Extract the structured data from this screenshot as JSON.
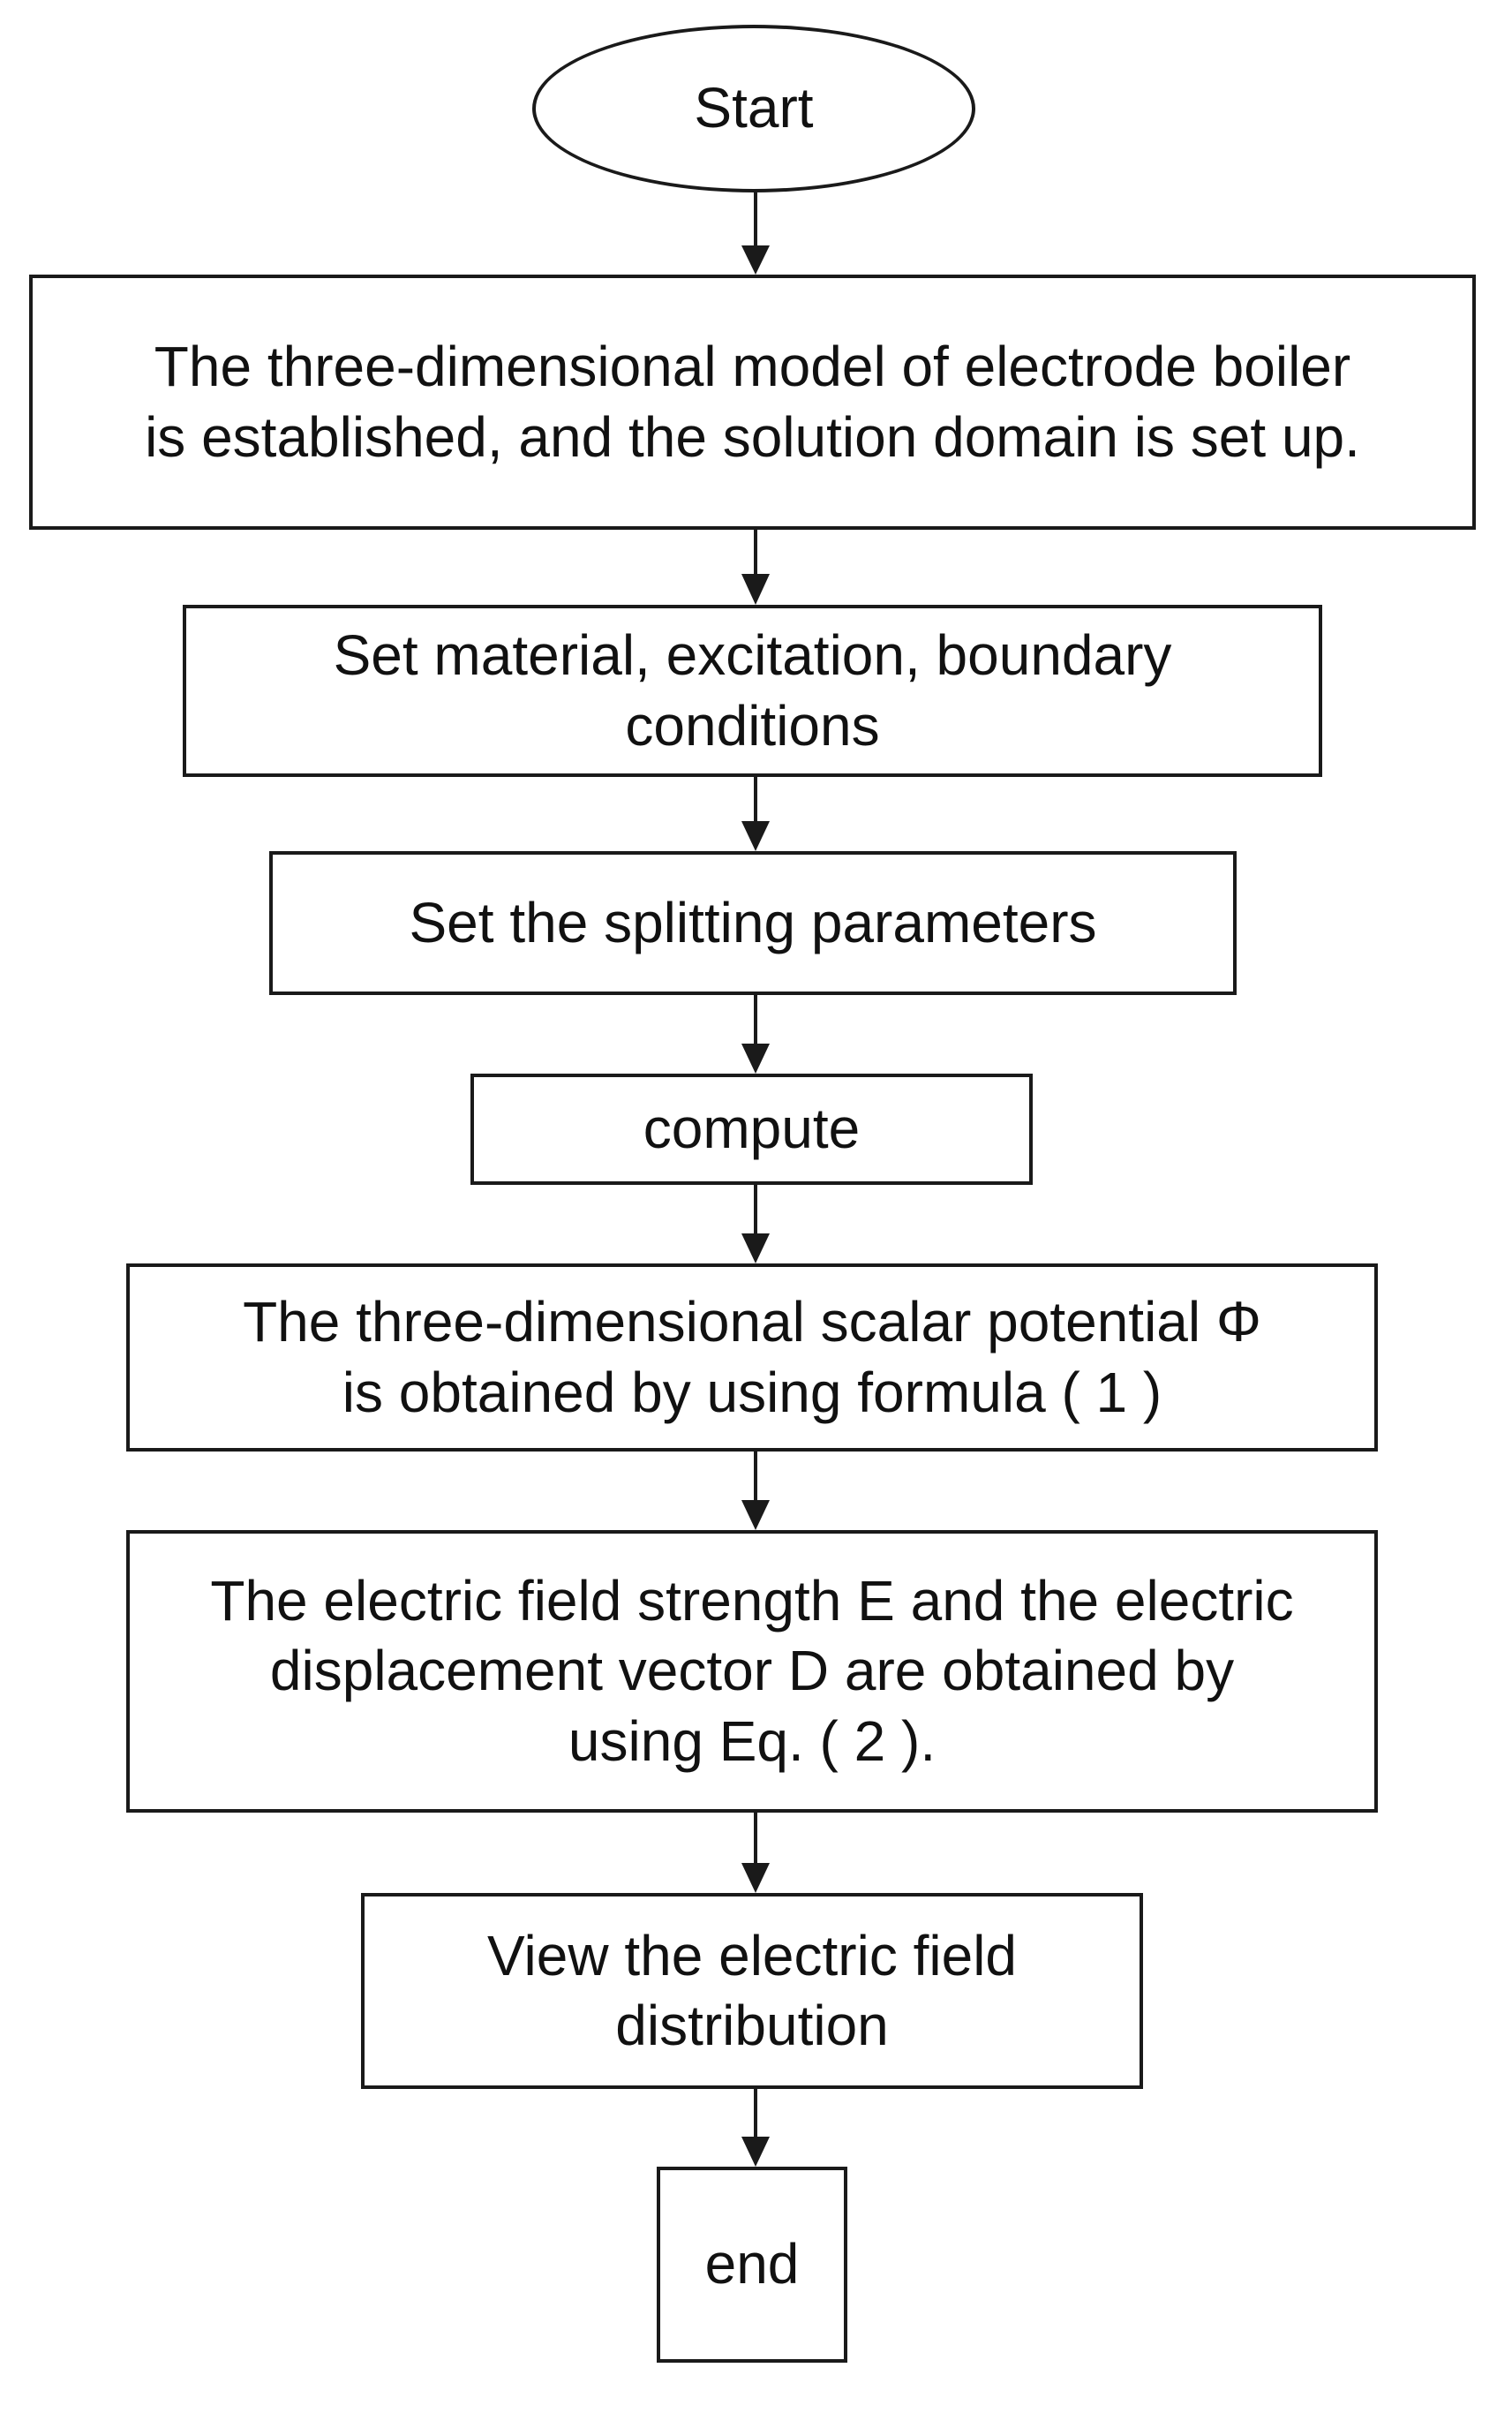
{
  "flowchart": {
    "start": {
      "label": "Start"
    },
    "steps": [
      {
        "lines": [
          "The three-dimensional model of electrode boiler",
          "is established, and the solution domain is set up."
        ]
      },
      {
        "lines": [
          "Set material, excitation, boundary",
          "conditions"
        ]
      },
      {
        "lines": [
          "Set the splitting parameters"
        ]
      },
      {
        "lines": [
          "compute"
        ]
      },
      {
        "lines": [
          "The three-dimensional scalar potential  Φ",
          "is obtained by using formula ( 1 )"
        ]
      },
      {
        "lines": [
          "The electric field strength E and the electric",
          "displacement vector D are obtained by",
          "using Eq. ( 2 )."
        ]
      },
      {
        "lines": [
          "View the electric field",
          "distribution"
        ]
      }
    ],
    "end": {
      "label": "end"
    }
  },
  "colors": {
    "stroke": "#1a1a1a",
    "background": "#ffffff",
    "text": "#111111"
  }
}
